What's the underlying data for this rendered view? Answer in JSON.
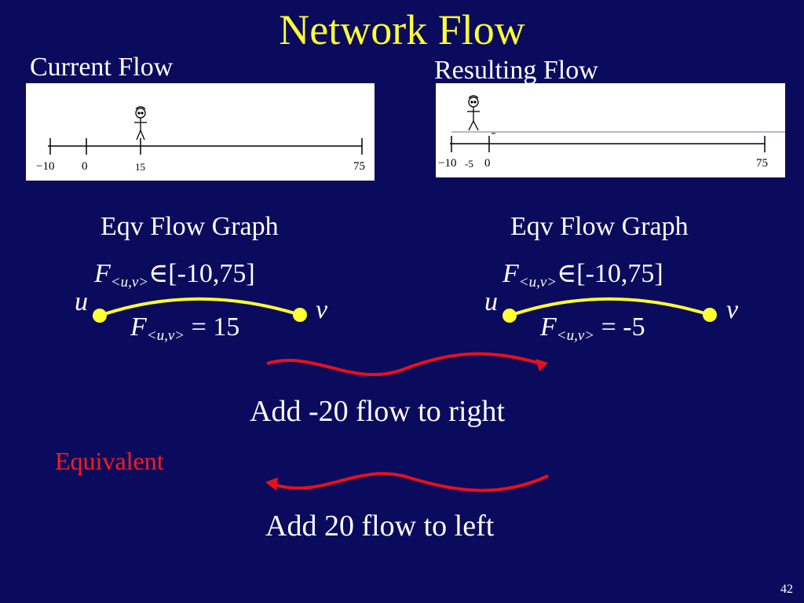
{
  "slide": {
    "title": "Network Flow",
    "page_number": "42"
  },
  "left": {
    "heading": "Current Flow",
    "axis_ticks": [
      "−10",
      "0",
      "15",
      "75"
    ],
    "graph_heading": "Eqv Flow Graph",
    "capacity_symbol": "F",
    "capacity_subscript": "<u,v>",
    "capacity_range": "∈[-10,75]",
    "node_u": "u",
    "node_v": "v",
    "flow_symbol": "F",
    "flow_subscript": "<u,v>",
    "flow_value": " = 15"
  },
  "right": {
    "heading": "Resulting Flow",
    "axis_ticks": [
      "−10",
      "-5",
      "0",
      "75"
    ],
    "graph_heading": "Eqv Flow Graph",
    "capacity_symbol": "F",
    "capacity_subscript": "<u,v>",
    "capacity_range": "∈[-10,75]",
    "node_u": "u",
    "node_v": "v",
    "flow_symbol": "F",
    "flow_subscript": "<u,v>",
    "flow_value": " = -5"
  },
  "actions": {
    "add_right": "Add -20 flow to right",
    "equivalent": "Equivalent",
    "add_left": "Add 20 flow to left"
  },
  "colors": {
    "background": "#0b0b5e",
    "title": "#ffff33",
    "node": "#ffff33",
    "edge": "#ffff33",
    "wave_arrow": "#e8101a",
    "equivalent": "#ff1a1a"
  }
}
